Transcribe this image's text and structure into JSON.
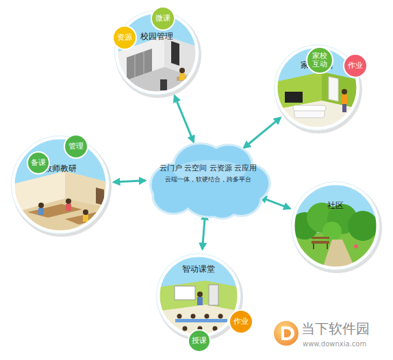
{
  "diagram": {
    "nodes": [
      {
        "text": [
          "微课"
        ]
      },
      {
        "text": [
          "资源"
        ]
      },
      {
        "text": [
          "校园管理"
        ]
      },
      {
        "text": [
          "家校 互动"
        ]
      },
      {
        "text": [
          "作业"
        ]
      },
      {
        "text": [
          "家庭学习"
        ]
      },
      {
        "text": [
          "管理"
        ]
      },
      {
        "text": [
          "备课"
        ]
      },
      {
        "text": [
          "教师教研"
        ]
      },
      {
        "text": [
          "云门户 云空间 云资源 云应用",
          "云端一体，软硬结合，跨多平台"
        ]
      },
      {
        "text": [
          "社区"
        ]
      },
      {
        "text": [
          "智动课堂"
        ]
      },
      {
        "text": [
          "作业"
        ]
      },
      {
        "text": [
          "授课"
        ]
      }
    ],
    "edges": [
      {
        "from": 9,
        "to": 2,
        "arrow": "both"
      },
      {
        "from": 9,
        "to": 5,
        "arrow": "both"
      },
      {
        "from": 9,
        "to": 8,
        "arrow": "both"
      },
      {
        "from": 9,
        "to": 10,
        "arrow": "both"
      },
      {
        "from": 9,
        "to": 11,
        "arrow": "both"
      }
    ],
    "labels": [
      "当下软件园",
      "www.downxia.com"
    ]
  }
}
